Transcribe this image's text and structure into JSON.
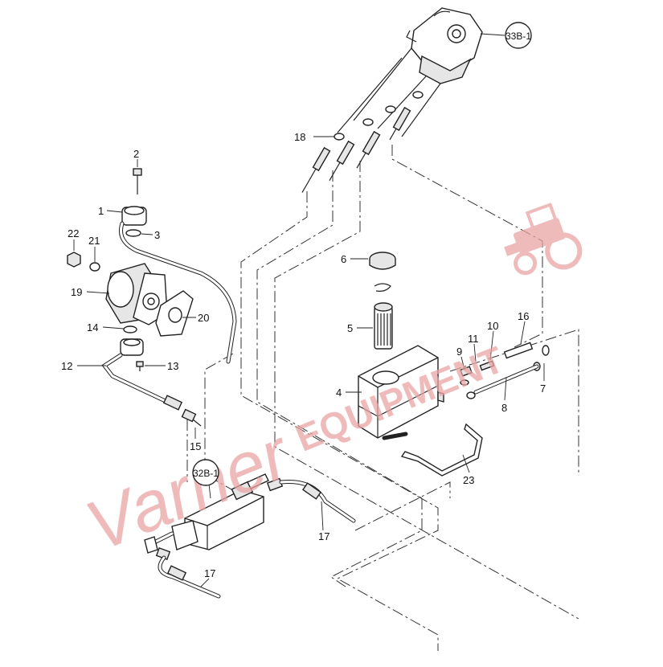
{
  "diagram": {
    "watermark": {
      "brand": "Varner",
      "suffix": "EQUIPMENT",
      "color": "#e8a3a3",
      "icon": "tractor-icon"
    },
    "callouts": [
      {
        "id": "33B-1",
        "text": "33B-1"
      },
      {
        "id": "32B-1",
        "text": "32B-1"
      }
    ],
    "labels": [
      {
        "key": "p18",
        "text": "18"
      },
      {
        "key": "p2",
        "text": "2"
      },
      {
        "key": "p1",
        "text": "1"
      },
      {
        "key": "p3",
        "text": "3"
      },
      {
        "key": "p22",
        "text": "22"
      },
      {
        "key": "p21",
        "text": "21"
      },
      {
        "key": "p19",
        "text": "19"
      },
      {
        "key": "p20",
        "text": "20"
      },
      {
        "key": "p14",
        "text": "14"
      },
      {
        "key": "p12",
        "text": "12"
      },
      {
        "key": "p13",
        "text": "13"
      },
      {
        "key": "p15",
        "text": "15"
      },
      {
        "key": "p6",
        "text": "6"
      },
      {
        "key": "p5",
        "text": "5"
      },
      {
        "key": "p4",
        "text": "4"
      },
      {
        "key": "p9",
        "text": "9"
      },
      {
        "key": "p11",
        "text": "11"
      },
      {
        "key": "p10",
        "text": "10"
      },
      {
        "key": "p16",
        "text": "16"
      },
      {
        "key": "p7",
        "text": "7"
      },
      {
        "key": "p8",
        "text": "8"
      },
      {
        "key": "p23",
        "text": "23"
      },
      {
        "key": "p17a",
        "text": "17"
      },
      {
        "key": "p17b",
        "text": "17"
      }
    ]
  }
}
